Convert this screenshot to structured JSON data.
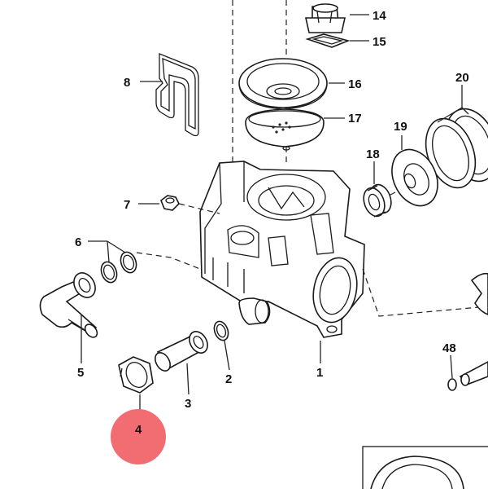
{
  "diagram": {
    "callouts": [
      {
        "key": "p14",
        "text": "14"
      },
      {
        "key": "p15",
        "text": "15"
      },
      {
        "key": "p8",
        "text": "8"
      },
      {
        "key": "p16",
        "text": "16"
      },
      {
        "key": "p20",
        "text": "20"
      },
      {
        "key": "p17",
        "text": "17"
      },
      {
        "key": "p19",
        "text": "19"
      },
      {
        "key": "p18",
        "text": "18"
      },
      {
        "key": "p7",
        "text": "7"
      },
      {
        "key": "p6",
        "text": "6"
      },
      {
        "key": "p5",
        "text": "5"
      },
      {
        "key": "p2",
        "text": "2"
      },
      {
        "key": "p1",
        "text": "1"
      },
      {
        "key": "p3",
        "text": "3"
      },
      {
        "key": "p48",
        "text": "48"
      },
      {
        "key": "p4",
        "text": "4"
      }
    ],
    "highlight": {
      "text": "4",
      "color": "#f26d72"
    }
  }
}
